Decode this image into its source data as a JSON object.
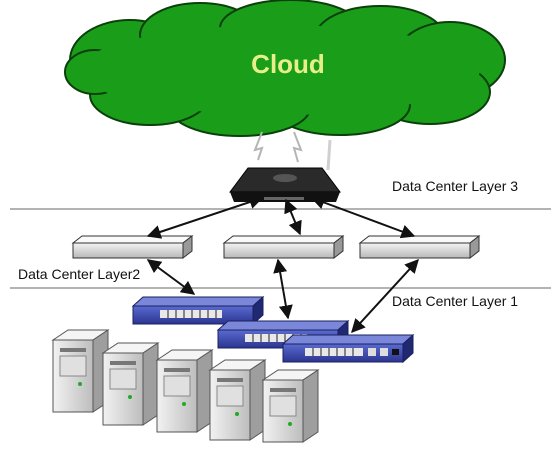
{
  "cloud": {
    "label": "Cloud",
    "fill": "#1a9e1a",
    "label_color": "#e8ef8a"
  },
  "layers": {
    "layer3": "Data Center Layer 3",
    "layer2": "Data Center Layer2",
    "layer1": "Data Center Layer 1"
  },
  "colors": {
    "divider": "#9a9a9a",
    "arrow": "#111111",
    "switch_body": "#3b4aa8",
    "server_body": "#d9d9d9"
  }
}
